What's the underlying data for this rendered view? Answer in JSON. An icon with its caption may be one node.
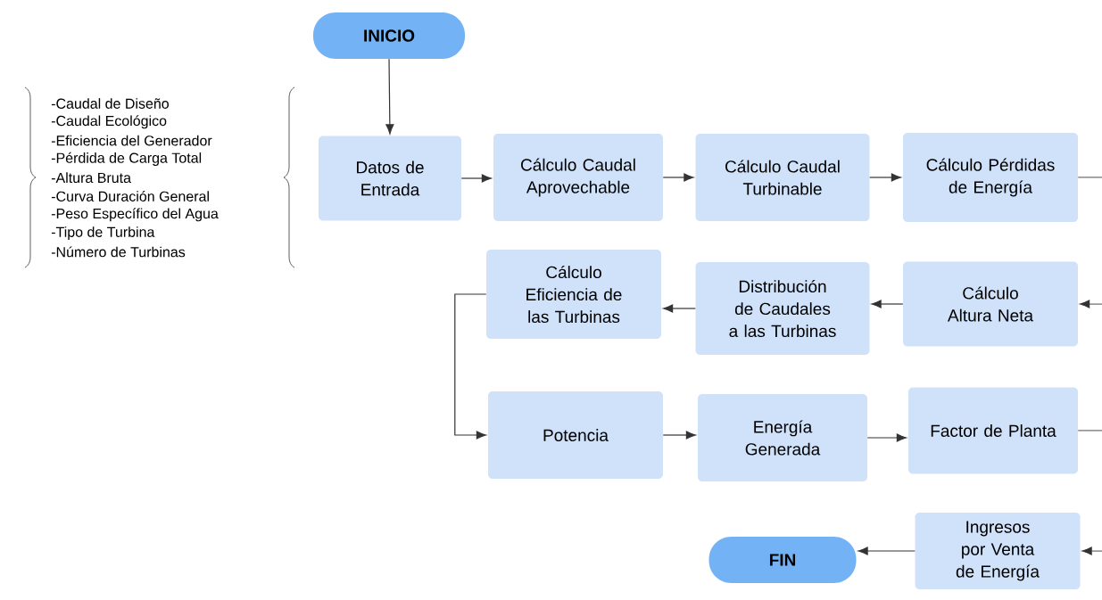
{
  "diagram": {
    "nodes": [
      {
        "text": [
          "INICIO"
        ]
      },
      {
        "text": [
          "Datos de Entrada"
        ]
      },
      {
        "text": [
          "Cálculo Caudal Aprovechable"
        ]
      },
      {
        "text": [
          "Cálculo Caudal Turbinable"
        ]
      },
      {
        "text": [
          "Cálculo Pérdidas de Energía"
        ]
      },
      {
        "text": [
          "Cálculo Eficiencia de las Turbinas"
        ]
      },
      {
        "text": [
          "Distribución de Caudales a las Turbinas"
        ]
      },
      {
        "text": [
          "Cálculo Altura Neta"
        ]
      },
      {
        "text": [
          "Potencia"
        ]
      },
      {
        "text": [
          "Energía Generada"
        ]
      },
      {
        "text": [
          "Factor de Planta"
        ]
      },
      {
        "text": [
          "FIN"
        ]
      },
      {
        "text": [
          "Ingresos por Venta de Energía"
        ]
      }
    ],
    "edges": [
      {
        "from": 0,
        "to": 1,
        "arrow": "to"
      },
      {
        "from": 1,
        "to": 2,
        "arrow": "to"
      },
      {
        "from": 2,
        "to": 3,
        "arrow": "to"
      },
      {
        "from": 3,
        "to": 4,
        "arrow": "to"
      },
      {
        "from": 4,
        "to": null,
        "arrow": "none"
      },
      {
        "from": null,
        "to": 7,
        "arrow": "to"
      },
      {
        "from": 7,
        "to": 6,
        "arrow": "to"
      },
      {
        "from": 6,
        "to": 5,
        "arrow": "to"
      },
      {
        "from": 5,
        "to": 8,
        "arrow": "to"
      },
      {
        "from": 8,
        "to": 9,
        "arrow": "to"
      },
      {
        "from": 9,
        "to": 10,
        "arrow": "to"
      },
      {
        "from": 10,
        "to": null,
        "arrow": "none"
      },
      {
        "from": null,
        "to": 12,
        "arrow": "to"
      },
      {
        "from": 12,
        "to": 11,
        "arrow": "to"
      }
    ],
    "labels": [
      "-Caudal de Diseño",
      "-Caudal Ecológico",
      "-Eficiencia del Generador",
      "-Pérdida de Carga Total",
      "-Altura Bruta",
      "-Curva Duración General",
      "-Peso Específico del Agua",
      "-Tipo de Turbina",
      "-Número de Turbinas"
    ]
  }
}
